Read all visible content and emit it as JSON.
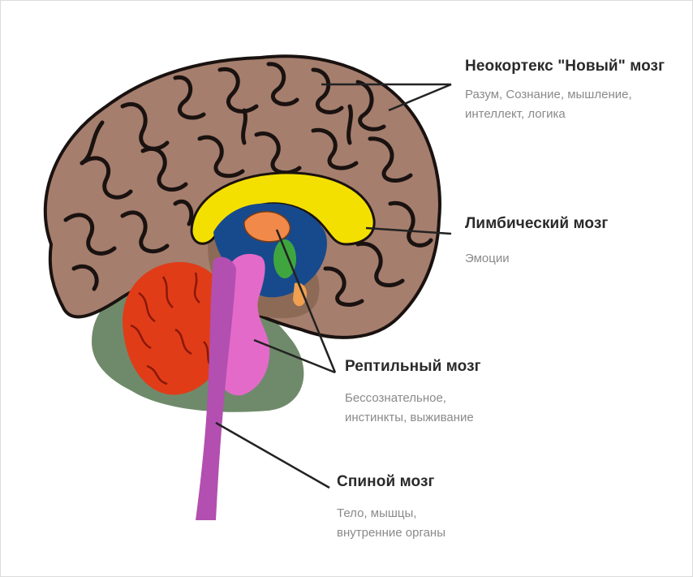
{
  "labels": {
    "neocortex": {
      "title": "Неокортекс \"Новый\" мозг",
      "desc_line1": "Разум, Сознание, мышление,",
      "desc_line2": "интеллект, логика"
    },
    "limbic": {
      "title": "Лимбический мозг",
      "desc_line1": "Эмоции"
    },
    "reptilian": {
      "title": "Рептильный мозг",
      "desc_line1": "Бессознательное,",
      "desc_line2": "инстинкты, выживание"
    },
    "spinal": {
      "title": "Спиной мозг",
      "desc_line1": "Тело, мышцы,",
      "desc_line2": "внутренние органы"
    }
  },
  "colors": {
    "cortex": "#a57e6d",
    "cortex_outline": "#1a1210",
    "cortex_deep": "#8d6a55",
    "cerebellum_base": "#6f8a6a",
    "cerebellum": "#e03c18",
    "brainstem": "#e36ac9",
    "spinal": "#b24fb0",
    "limbic_ring": "#f4e000",
    "limbic_inner": "#174a8c",
    "thalamus": "#f0894a",
    "amygdala": "#3fa63f",
    "leader_line": "#222222"
  }
}
